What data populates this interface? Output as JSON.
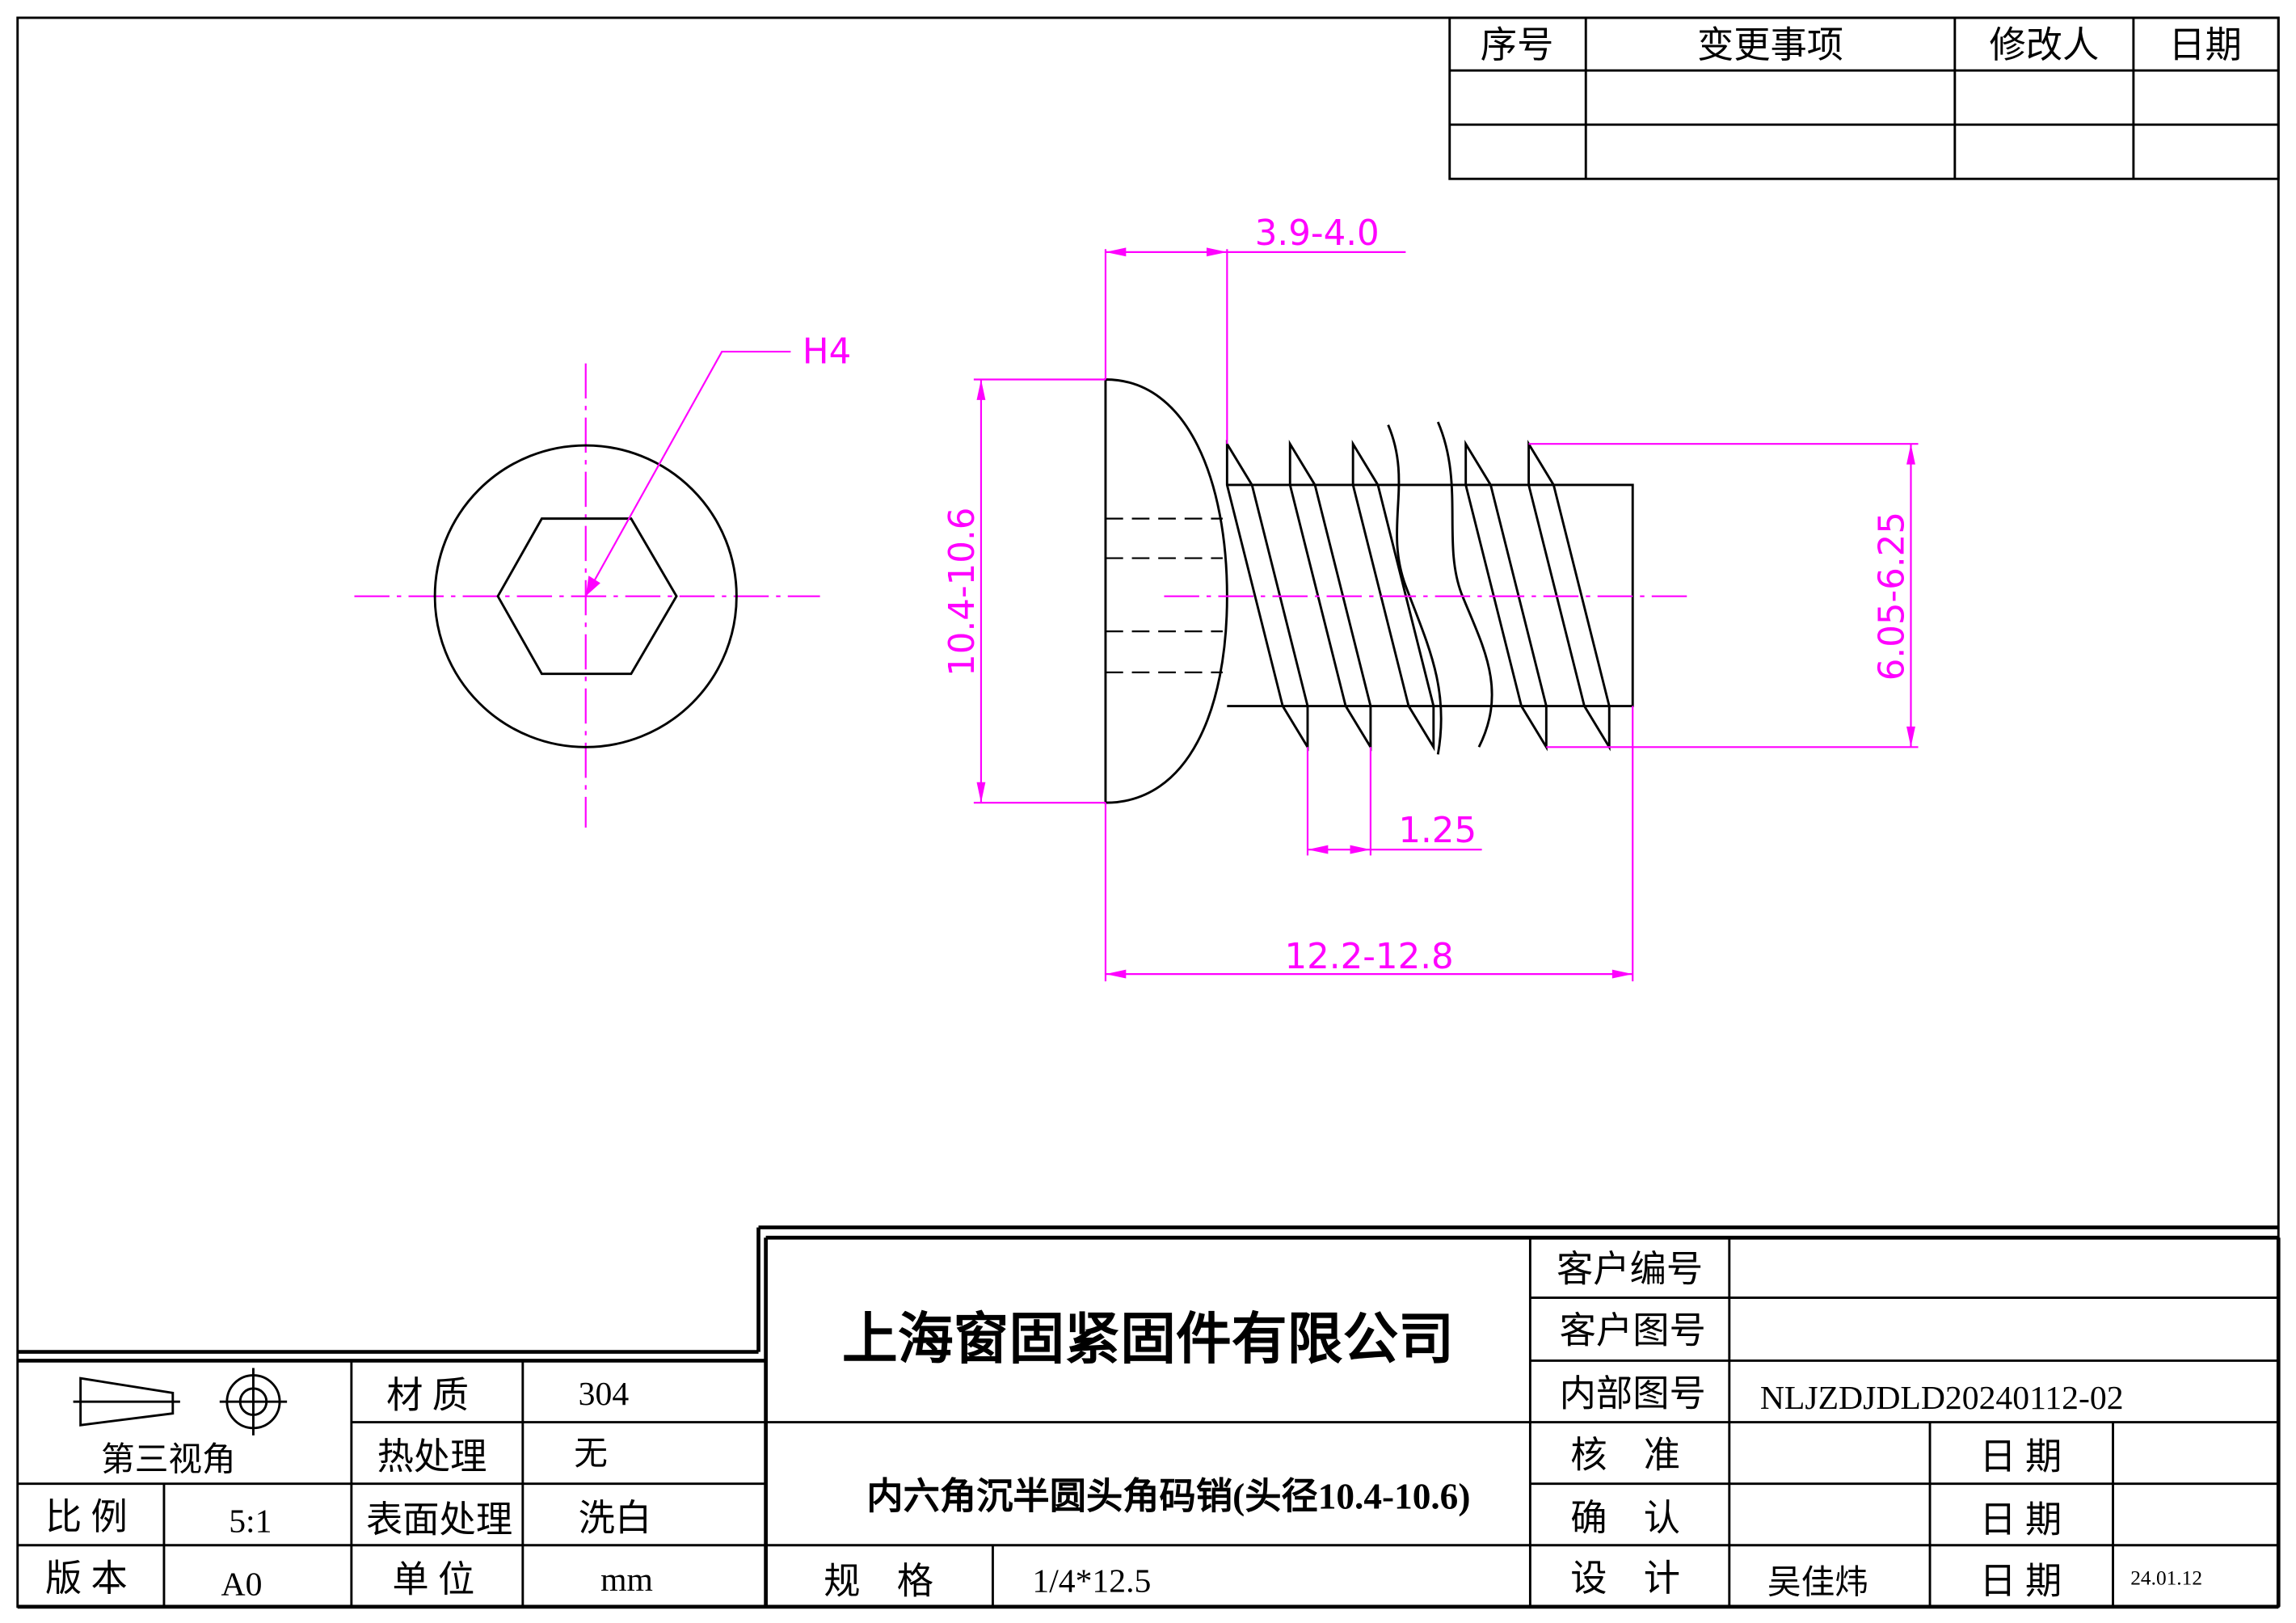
{
  "revision_table": {
    "headers": [
      "序号",
      "变更事项",
      "修改人",
      "日期"
    ]
  },
  "dimensions": {
    "head_height": "3.9-4.0",
    "head_diameter": "10.4-10.6",
    "thread_diameter": "6.05-6.25",
    "pitch": "1.25",
    "length": "12.2-12.8",
    "hex_socket": "H4"
  },
  "title_block": {
    "projection_label": "第三视角",
    "material_label": "材 质",
    "material": "304",
    "heat_label": "热处理",
    "heat": "无",
    "scale_label": "比 例",
    "scale": "5:1",
    "surface_label": "表面处理",
    "surface": "洗白",
    "version_label": "版 本",
    "version": "A0",
    "unit_label": "单 位",
    "unit": "mm",
    "company": "上海窗固紧固件有限公司",
    "part_name": "内六角沉半圆头角码销(头径10.4-10.6)",
    "spec_label": "规　格",
    "spec": "1/4*12.5",
    "customer_no_label": "客户编号",
    "customer_dwg_label": "客户图号",
    "internal_dwg_label": "内部图号",
    "internal_dwg": "NLJZDJDLD20240112-02",
    "check_label": "核　准",
    "confirm_label": "确　认",
    "design_label": "设　计",
    "designer": "吴佳炜",
    "date_label": "日 期",
    "design_date": "24.01.12"
  },
  "colors": {
    "dimension": "#ff00ff",
    "line": "#000000"
  }
}
